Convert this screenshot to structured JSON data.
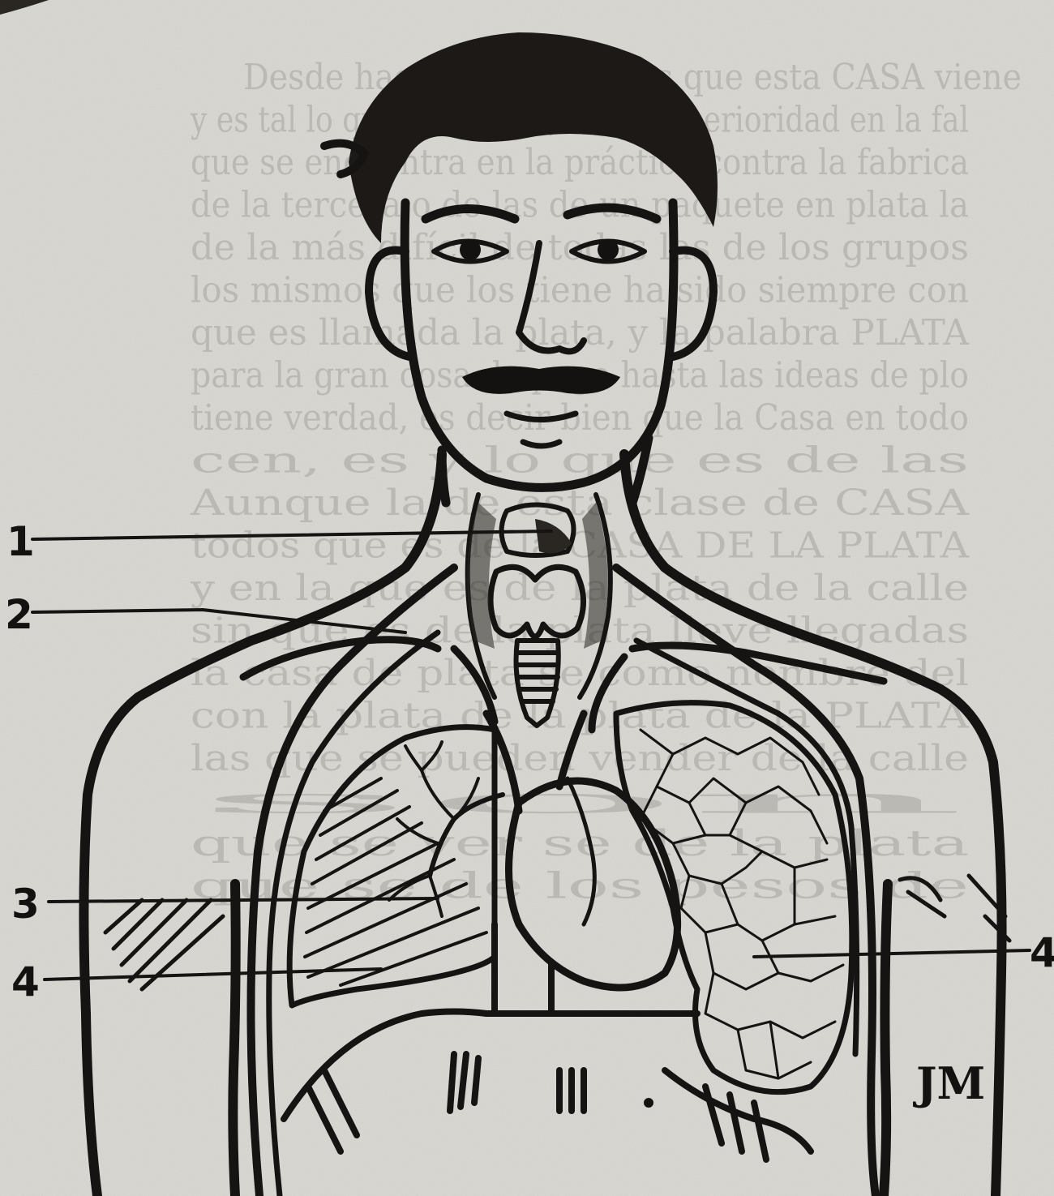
{
  "figure": {
    "labels": [
      {
        "id": "label-1",
        "text": "1"
      },
      {
        "id": "label-2",
        "text": "2"
      },
      {
        "id": "label-3",
        "text": "3"
      },
      {
        "id": "label-4-left",
        "text": "4"
      },
      {
        "id": "label-4-right",
        "text": "4"
      }
    ],
    "monogram": "JM"
  },
  "bleed_through": [
    "Desde hace ya varios años que esta CASA viene",
    "y es tal lo que se refiere, tal la superioridad en la fal",
    "que se encuentra en la práctica contra la fabrica",
    "de la tercera o de las de un paquete en plata la",
    "de la más difícil de todas las de los grupos",
    "los mismos que los tiene ha sido siempre con",
    "que es llamada la plata, y la palabra PLATA",
    "para la gran cosa de pago hasta las ideas de plo",
    "tiene verdad, es decir bien que la Casa en todo",
    "cen, es y lo que es de las",
    "Aunque la de esta clase de CASA",
    "todos que es de la CASA DE LA PLATA",
    "y en la que es de la plata de la calle",
    "sin que es de la plata lleve llegadas",
    "la casa de plata se como nombre del",
    "con la plata de la plata de la PLATA",
    "las que se pueden vender de la calle",
    "son",
    "que se ver se de la plata",
    "que se de los pesos de"
  ]
}
